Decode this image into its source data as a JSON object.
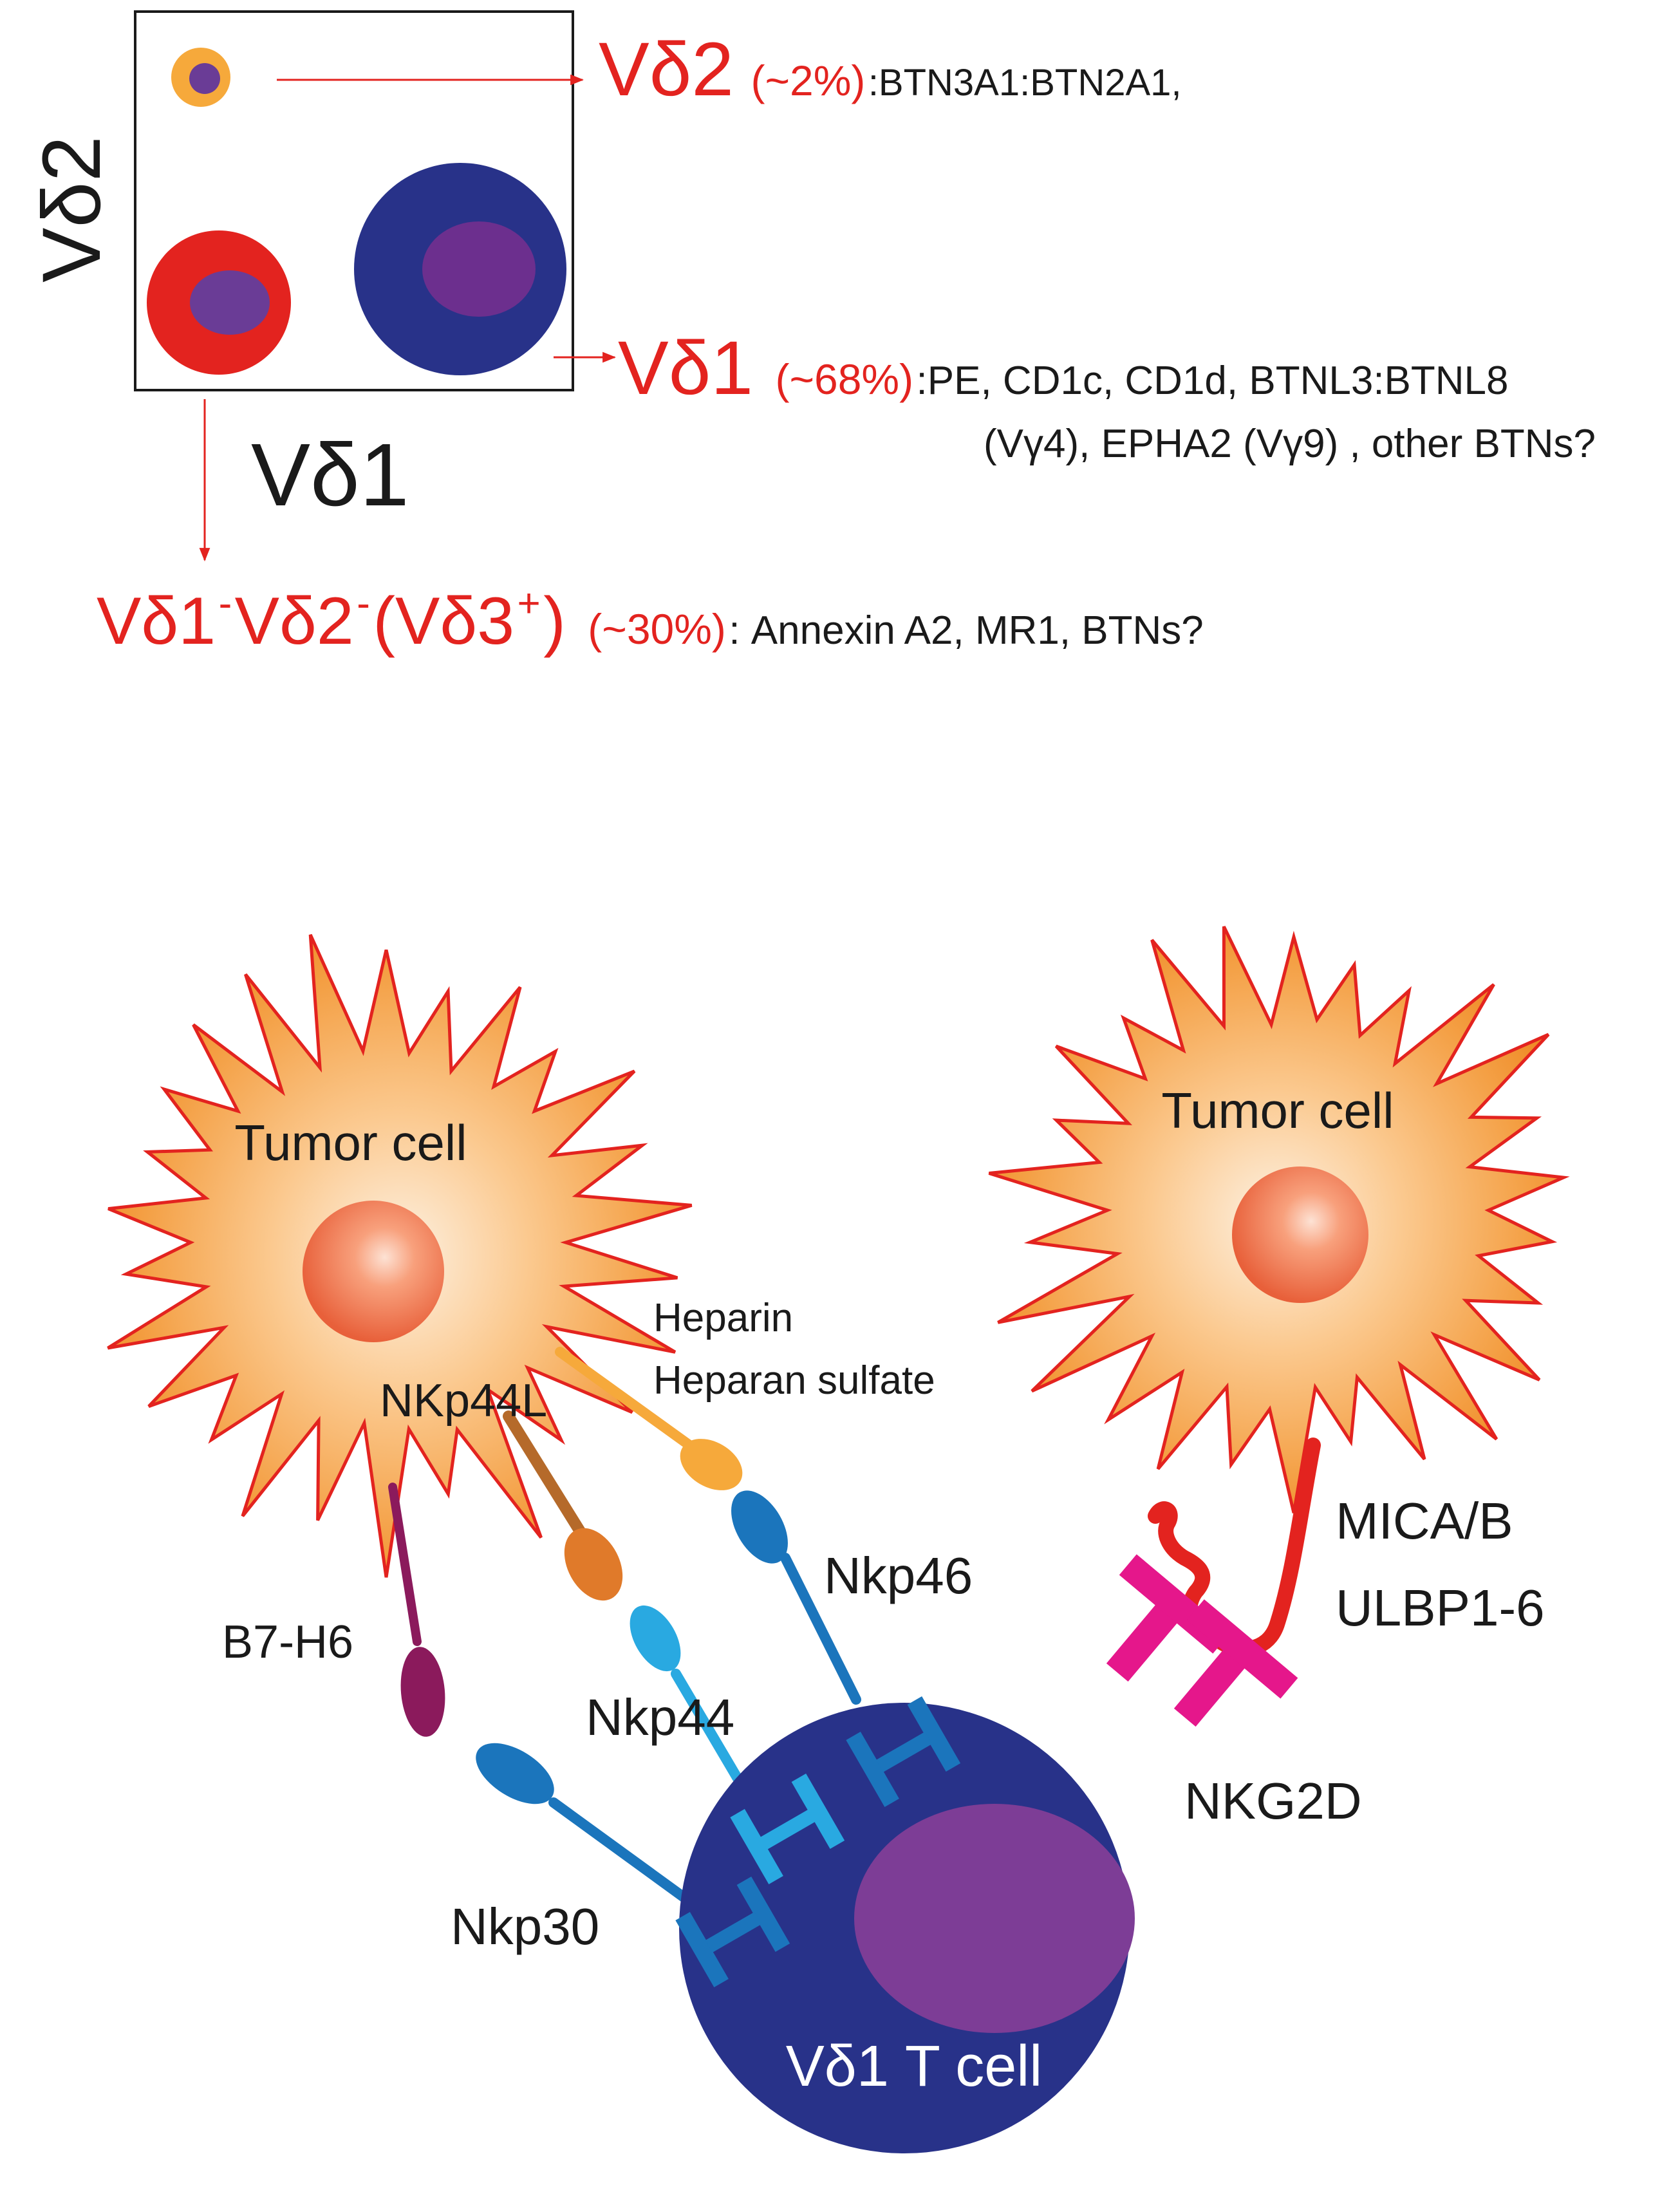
{
  "flow_plot": {
    "y_axis_label": "Vδ2",
    "x_axis_label": "Vδ1"
  },
  "subsets": {
    "vd2": {
      "name": "Vδ2",
      "percent": "(~2%)",
      "ligands": ":BTN3A1:BTN2A1,"
    },
    "vd1": {
      "name": "Vδ1",
      "percent": "(~68%)",
      "ligands_line1": ":PE, CD1c, CD1d, BTNL3:BTNL8",
      "ligands_line2": "(Vγ4), EPHA2 (Vγ9) , other BTNs?"
    },
    "vd3": {
      "name_part1": "Vδ1",
      "sup1": "-",
      "name_part2": "Vδ2",
      "sup2": "-",
      "name_part3": " (Vδ3",
      "sup3": "+",
      "name_part4": ")",
      "percent": "(~30%)",
      "ligands": ": Annexin A2, MR1, BTNs?"
    }
  },
  "cells": {
    "tumor_left": "Tumor cell",
    "tumor_right": "Tumor cell",
    "t_cell": "Vδ1 T cell"
  },
  "molecules": {
    "heparin": "Heparin",
    "heparan_sulfate": "Heparan sulfate",
    "nkp44l": "NKp44L",
    "b7h6": "B7-H6",
    "nkp46": "Nkp46",
    "nkp44": "Nkp44",
    "nkp30": "Nkp30",
    "nkg2d": "NKG2D",
    "mica_b": "MICA/B",
    "ulbp": "ULBP1-6"
  },
  "colors": {
    "accent_red": "#e3231f",
    "t_cell_blue": "#283289",
    "t_cell_nucleus": "#7d3d96",
    "tumor_orange": "#f39a3c",
    "receptor_blue": "#1b75bc",
    "receptor_light_blue": "#29a9e1",
    "nkg2d_pink": "#e5178b",
    "b7h6_purple": "#8b1a5c",
    "nkp44l_orange": "#e07a2a",
    "heparin_yellow": "#f6a93b"
  }
}
